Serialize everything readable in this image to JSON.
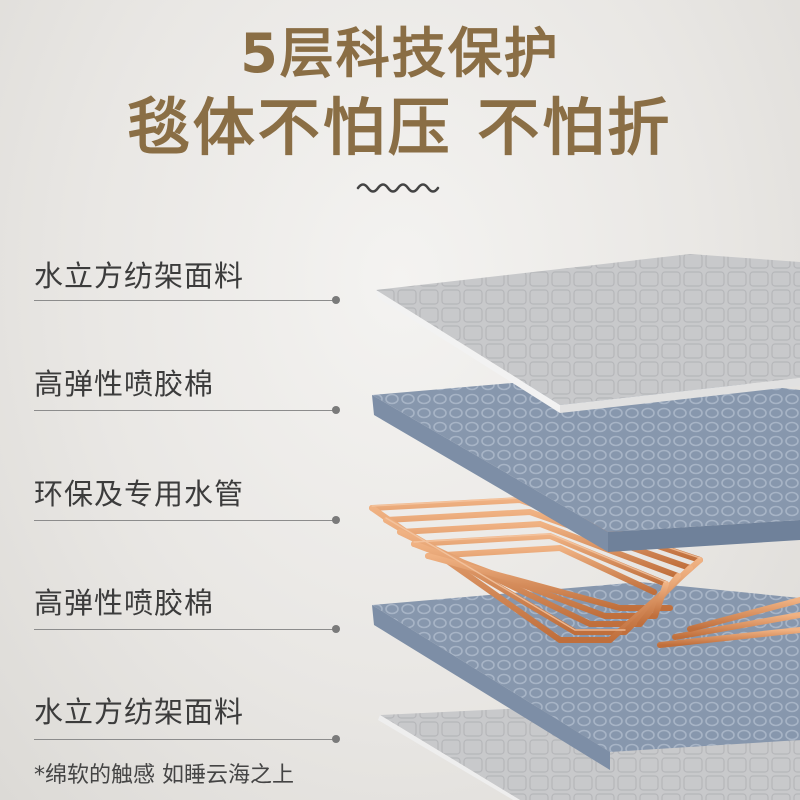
{
  "headline": {
    "line1": "5层科技保护",
    "line2": "毯体不怕压 不怕折"
  },
  "layers": [
    {
      "label": "水立方纺架面料"
    },
    {
      "label": "高弹性喷胶棉"
    },
    {
      "label": "环保及专用水管"
    },
    {
      "label": "高弹性喷胶棉"
    },
    {
      "label": "水立方纺架面料"
    }
  ],
  "footnote": "*绵软的触感 如睡云海之上",
  "colors": {
    "headline": "#8a6e45",
    "fabric": "#c9cacc",
    "cotton": "#8e9fb5",
    "pipe": "#d98a55"
  }
}
